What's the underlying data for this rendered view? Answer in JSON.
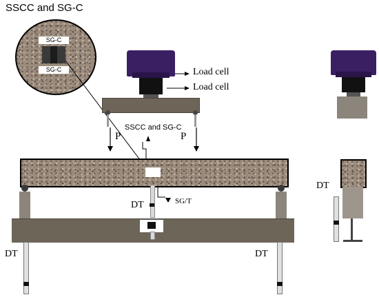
{
  "labels": {
    "title": "SSCC and SG-C",
    "inset_gauge_top": "SG-C",
    "inset_gauge_bottom": "SG-C",
    "load_cell_1": "Load cell",
    "load_cell_2": "Load cell",
    "gauge_center": "SSCC and SG-C",
    "load_left": "P",
    "load_right": "P",
    "dt_mid": "DT",
    "sg_tension": "SG/T",
    "dt_left": "DT",
    "dt_right": "DT",
    "dt_side": "DT"
  },
  "colors": {
    "actuator": "#3b1f63",
    "actuator_dark": "#1a1a1a",
    "steel": "#6e6559",
    "concrete": "#9a8b7c",
    "support": "#8c857c",
    "outline": "#000000"
  }
}
